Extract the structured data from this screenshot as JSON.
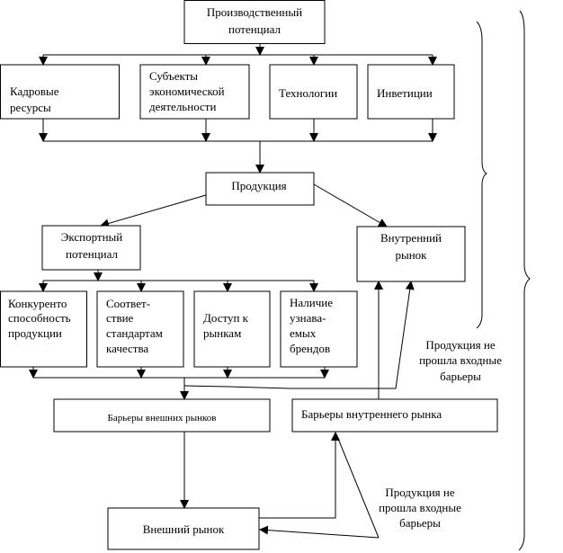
{
  "nodes": {
    "production_potential": [
      "Производственный",
      "потенциал"
    ],
    "human_resources": [
      "Кадровые",
      "ресурсы"
    ],
    "economic_entities": [
      "Субъекты",
      "экономической",
      "деятельности"
    ],
    "technologies": [
      "Технологии"
    ],
    "investments": [
      "Инветиции"
    ],
    "products": [
      "Продукция"
    ],
    "export_potential": [
      "Экспортный",
      "потенциал"
    ],
    "domestic_market": [
      "Внутренний",
      "рынок"
    ],
    "competitiveness": [
      "Конкуренто",
      "способность",
      "продукции"
    ],
    "quality_standards": [
      "Соответ-",
      "ствие",
      "стандартам",
      "качества"
    ],
    "market_access": [
      "Доступ к",
      "рынкам"
    ],
    "brands": [
      "Наличие",
      "узнава-",
      "емых",
      "брендов"
    ],
    "external_barriers": [
      "Барьеры внешних рынков"
    ],
    "internal_barriers": [
      "Барьеры внутреннего рынка"
    ],
    "external_market": [
      "Внешний рынок"
    ]
  },
  "annotations": {
    "rejected_upper": [
      "Продукция не",
      "прошла входные",
      "барьеры"
    ],
    "rejected_lower": [
      "Продукция не",
      "прошла входные",
      "барьеры"
    ]
  }
}
